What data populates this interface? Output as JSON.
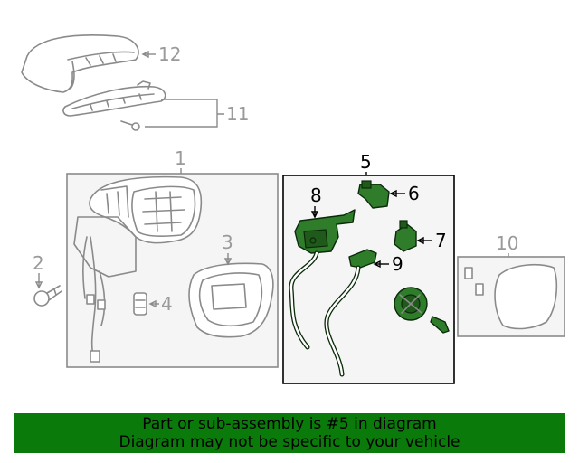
{
  "colors": {
    "banner_bg": "#0a7a0a",
    "highlight_part": "#2f7d2a",
    "outline": "#8a8a8a",
    "box_background": "#f5f5f5"
  },
  "callouts": {
    "c1": "1",
    "c2": "2",
    "c3": "3",
    "c4": "4",
    "c5": "5",
    "c6": "6",
    "c7": "7",
    "c8": "8",
    "c9": "9",
    "c10": "10",
    "c11": "11",
    "c12": "12"
  },
  "banner": {
    "line1": "Part or sub-assembly is #5 in diagram",
    "line2": "Diagram may not be specific to your vehicle"
  }
}
